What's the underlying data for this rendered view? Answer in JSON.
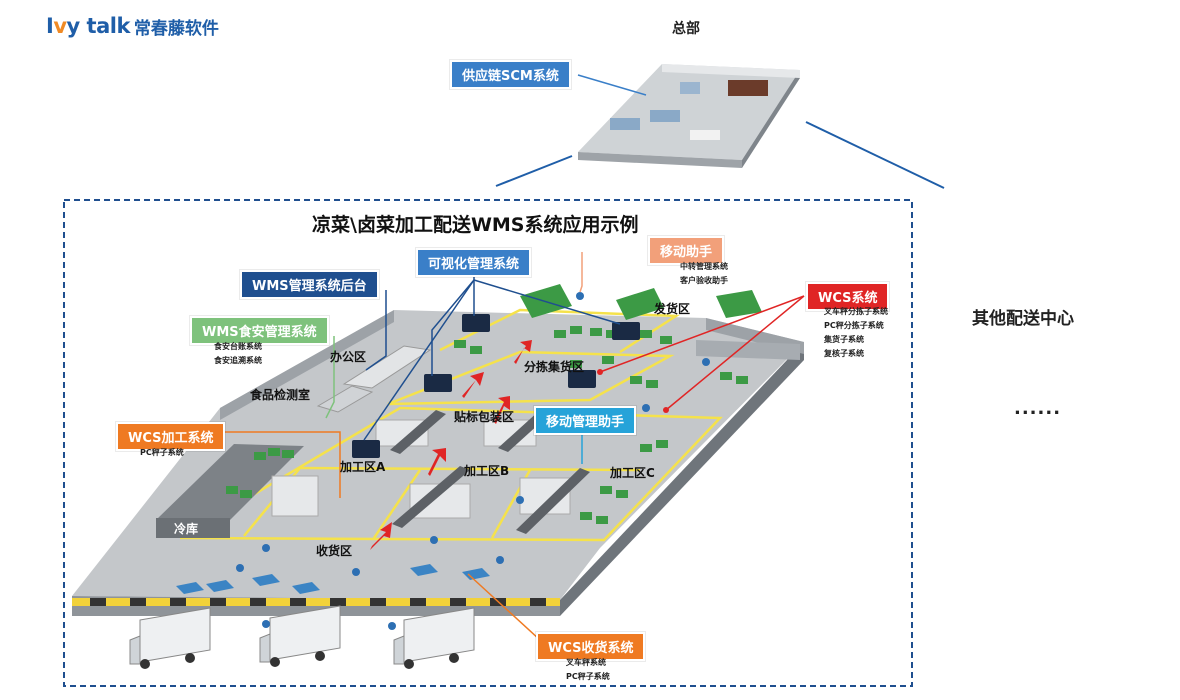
{
  "logo": {
    "brand_prefix": "I",
    "brand_v": "v",
    "brand_suffix": "y talk",
    "name_cn": "常春藤软件"
  },
  "headquarters": {
    "label": "总部",
    "system": "供应链SCM系统"
  },
  "main": {
    "title": "凉菜\\卤菜加工配送WMS系统应用示例"
  },
  "other_center": {
    "label": "其他配送中心",
    "ellipsis": "......"
  },
  "systems": {
    "wms_backend": "WMS管理系统后台",
    "visual": "可视化管理系统",
    "mobile": {
      "title": "移动助手",
      "items": [
        "中转管理系统",
        "客户验收助手"
      ]
    },
    "wcs": {
      "title": "WCS系统",
      "items": [
        "叉车秤分拣子系统",
        "PC秤分拣子系统",
        "集货子系统",
        "复核子系统"
      ]
    },
    "food_safety": {
      "title": "WMS食安管理系统",
      "items": [
        "食安台账系统",
        "食安追溯系统"
      ]
    },
    "wcs_processing": {
      "title": "WCS加工系统",
      "items": [
        "PC秤子系统"
      ]
    },
    "mobile_mgmt": "移动管理助手",
    "wcs_receiving": {
      "title": "WCS收货系统",
      "items": [
        "叉车秤系统",
        "PC秤子系统"
      ]
    }
  },
  "zones": {
    "office": "办公区",
    "food_lab": "食品检测室",
    "shipping": "发货区",
    "sorting": "分拣集货区",
    "labeling": "贴标包装区",
    "proc_a": "加工区A",
    "proc_b": "加工区B",
    "proc_c": "加工区C",
    "cold": "冷库",
    "receiving": "收货区"
  },
  "colors": {
    "accent_blue": "#1f5ea8",
    "floor": "#b9bcbf",
    "zone_line": "#f5e24b",
    "arrow_red": "#e02525",
    "crate_green": "#3c9a45"
  }
}
